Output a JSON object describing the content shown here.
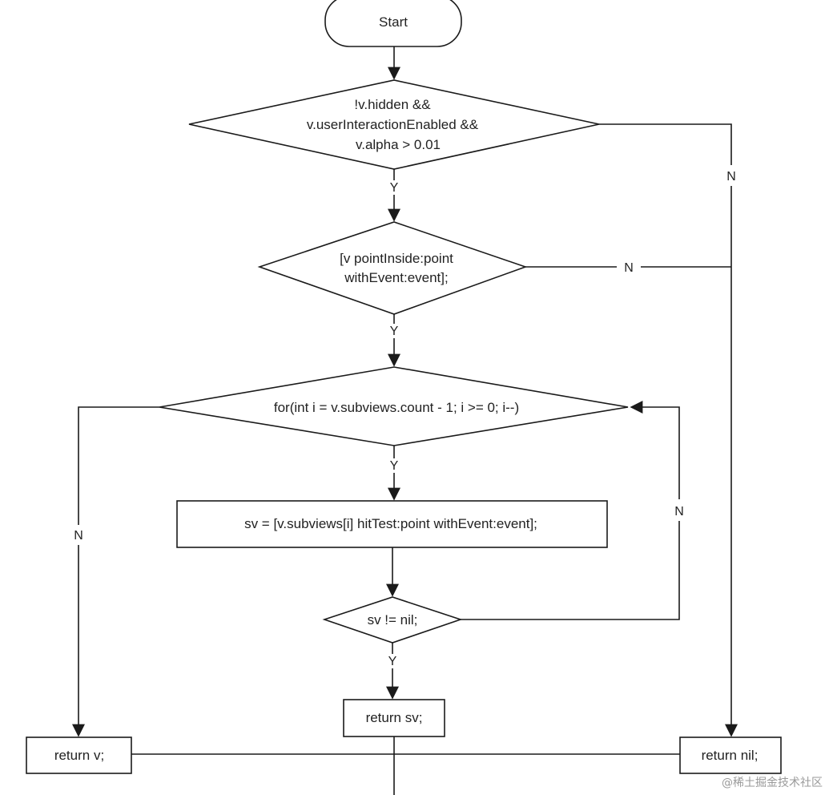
{
  "nodes": {
    "start": "Start",
    "check_visible": [
      "!v.hidden &&",
      "v.userInteractionEnabled &&",
      "v.alpha > 0.01"
    ],
    "point_inside": [
      "[v pointInside:point",
      "withEvent:event];"
    ],
    "loop": "for(int i = v.subviews.count - 1; i >= 0; i--)",
    "hit_test": "sv = [v.subviews[i] hitTest:point withEvent:event];",
    "sv_check": "sv != nil;",
    "return_sv": "return sv;",
    "return_v": "return v;",
    "return_nil": "return nil;"
  },
  "edge_labels": {
    "yes": "Y",
    "no": "N"
  },
  "watermark": "@稀土掘金技术社区",
  "colors": {
    "stroke": "#1a1a1a",
    "text": "#222222",
    "watermark": "#9a9a9a",
    "background": "#ffffff"
  }
}
